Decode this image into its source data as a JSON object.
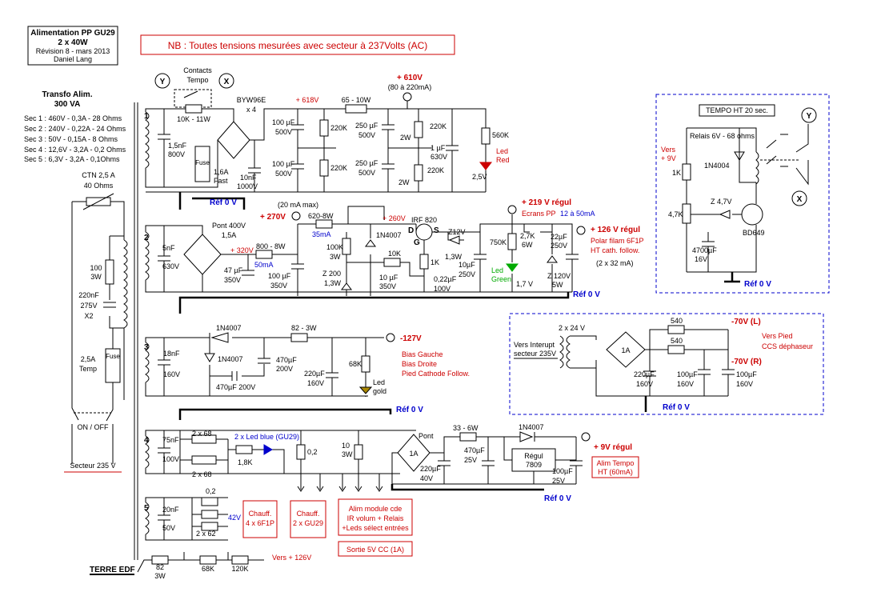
{
  "title": {
    "line1": "Alimentation PP GU29",
    "line2": "2 x 40W",
    "line3": "Révision 8 -   mars 2013",
    "line4": "Daniel Lang"
  },
  "note": "NB : Toutes tensions mesurées avec secteur  à 237Volts  (AC)",
  "transfo": {
    "title1": "Transfo  Alim.",
    "title2": "300  VA",
    "secondaries": [
      "Sec 1 :  460V - 0,3A - 28 Ohms",
      "Sec 2 :  240V - 0,22A - 24 Ohms",
      "Sec 3 :  50V - 0,15A - 8 Ohms",
      "Sec 4 :  12,6V - 3,2A - 0,2 Ohms",
      "Sec 5 :  6,3V - 3,2A - 0,1Ohms"
    ]
  },
  "primary": {
    "ctn1": "CTN 2,5 A",
    "ctn2": "40 Ohms",
    "r100": "100",
    "r100w": "3W",
    "cap1": "220nF",
    "cap2": "275V",
    "cap3": "X2",
    "fuse1": "2,5A",
    "fuse2": "Temp",
    "fuse_word": "Fuse",
    "onoff": "ON / OFF",
    "secteur": "Secteur 235 V",
    "terre": "TERRE EDF",
    "r82": "82",
    "r82w": "3W",
    "r68k": "68K",
    "r120k": "120K",
    "vers126": "Vers + 126V"
  },
  "markers": {
    "y": "Y",
    "x": "X"
  },
  "winding_numbers": [
    "1",
    "2",
    "3",
    "4",
    "5"
  ],
  "sec1": {
    "contacts1": "Contacts",
    "contacts2": "Tempo",
    "r10k": "10K - 11W",
    "bridge1": "BYW96E",
    "bridge2": "x 4",
    "v618": "+ 618V",
    "r65": "65 - 10W",
    "v610": "+  610V",
    "i610": "(80 à 220mA)",
    "c15n1": "1,5nF",
    "c15n2": "800V",
    "fuse1": "1,6A",
    "fuse2": "Fast",
    "c10n1": "10nF",
    "c10n2": "1000V",
    "c100a1": "100 µF",
    "c100a2": "500V",
    "c100b1": "100 µF",
    "c100b2": "500V",
    "r220k_a": "220K",
    "r220k_b": "220K",
    "c250a1": "250 µF",
    "c250a2": "500V",
    "c250b1": "250 µF",
    "c250b2": "500V",
    "r2w_a": "2W",
    "r2w_b": "2W",
    "r220k_c": "220K",
    "r220k_d": "220K",
    "c1u1": "1 µF",
    "c1u2": "630V",
    "r560k": "560K",
    "led1": "Led",
    "led2": "Red",
    "v25": "2,5V",
    "ref": "Réf  0 V"
  },
  "sec2": {
    "i20": "(20 mA max)",
    "v270": "+ 270V",
    "r620": "620-8W",
    "i35": "35mA",
    "v260": "+ 260V",
    "irf": "IRF 820",
    "d": "D",
    "s": "S",
    "g": "G",
    "z12": "Z12V",
    "v219": "+ 219 V  régul",
    "ecrans": "Ecrans PP",
    "iecrans": "12 à 50mA",
    "pont1": "Pont 400V",
    "pont2": "1,5A",
    "v320": "+ 320V",
    "r800": "800 - 8W",
    "i50": "50mA",
    "c5n1": "5nF",
    "c5n2": "630V",
    "c47a": "47 µF",
    "c47b": "350V",
    "c100_1": "100 µF",
    "c100_2": "350V",
    "r100k1": "100K",
    "r100k2": "3W",
    "z200": "Z 200",
    "z200v": "1,3W",
    "d1n4007": "1N4007",
    "r10k": "10K",
    "c10u1": "10 µF",
    "c10u2": "350V",
    "r1k": "1K",
    "c022a": "0,22µF",
    "c022b": "100V",
    "v13w": "1,3W",
    "c10u3": "10µF",
    "c10u4": "250V",
    "r750k": "750K",
    "r27k1": "2,7K",
    "r27k2": "6W",
    "ledg1": "Led",
    "ledg2": "Green",
    "v17": "1,7 V",
    "c22u1": "22µF",
    "c22u2": "250V",
    "z120a": "Z 120V",
    "z120b": "5W",
    "v126": "+ 126 V  régul",
    "polar1": "Polar filam 6F1P",
    "polar2": "HT cath. follow.",
    "polar3": "(2 x 32 mA)",
    "ref": "Réf  0 V"
  },
  "tempo": {
    "title": "TEMPO HT  20 sec.",
    "relais": "Relais 6V - 68 ohms",
    "vers1": "Vers",
    "vers2": "+ 9V",
    "r1k": "1K",
    "d1n4004": "1N4004",
    "z47": "Z 4,7V",
    "r47k": "4,7K",
    "bd": "BD649",
    "c4700a": "4700µF",
    "c4700b": "16V",
    "ref": "Réf  0 V"
  },
  "sec3": {
    "d1n4007a": "1N4007",
    "r82": "82 - 3W",
    "v127": "-127V",
    "c18n1": "18nF",
    "c18n2": "160V",
    "d1n4007b": "1N4007",
    "c470a1": "470µF",
    "c470a2": "200V",
    "c470b": "470µF 200V",
    "c220a": "220µF",
    "c220b": "160V",
    "r68k": "68K",
    "led1": "Led",
    "led2": "gold",
    "bias1": "Bias Gauche",
    "bias2": "Bias Droite",
    "bias3": "Pied Cathode Follow.",
    "ref": "Réf  0 V"
  },
  "neg": {
    "r540a": "540",
    "r540b": "540",
    "v70l": "-70V (L)",
    "v70r": "-70V (R)",
    "vers1": "Vers Pied",
    "vers2": "CCS  déphaseur",
    "interrupt1": "Vers Interupt",
    "interrupt2": "secteur 235V",
    "t24": "2 x 24 V",
    "bridge": "1A",
    "c220a": "220µF",
    "c220b": "160V",
    "c100a1": "100µF",
    "c100a2": "160V",
    "c100b1": "100µF",
    "c100b2": "160V",
    "ref": "Réf  0 V"
  },
  "sec4": {
    "c75n1": "75nF",
    "c75n2": "100V",
    "r2x68a": "2 x 68",
    "r2x68b": "2 x 68",
    "ledblue": "2 x Led blue (GU29)",
    "r18k": "1,8K",
    "r02": "0,2",
    "r10a": "10",
    "r10b": "3W",
    "pont": "Pont",
    "bridge": "1A",
    "r33": "33 - 6W",
    "d1n4007": "1N4007",
    "c220u1": "220µF",
    "c220u2": "40V",
    "c470u1": "470µF",
    "c470u2": "25V",
    "regul1": "Régul",
    "regul2": "7809",
    "c100u1": "100µF",
    "c100u2": "25V",
    "v9": "+ 9V  régul",
    "alim1": "Alim Tempo",
    "alim2": "HT (60mA)",
    "ref": "Réf  0 V"
  },
  "sec5": {
    "c20n1": "20nF",
    "c20n2": "50V",
    "r02": "0,2",
    "r2x62": "2 x 62",
    "v42": "42V",
    "chauff1a": "Chauff.",
    "chauff1b": "4 x 6F1P",
    "chauff2a": "Chauff.",
    "chauff2b": "2 x GU29",
    "module1": "Alim module cde",
    "module2": "IR volum + Relais",
    "module3": "+Leds sélect entrées",
    "sortie": "Sortie 5V CC (1A)"
  }
}
